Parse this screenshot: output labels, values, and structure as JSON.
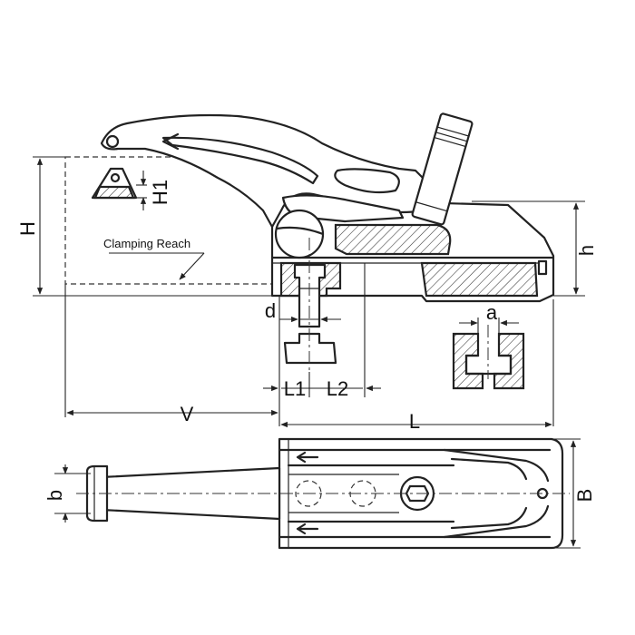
{
  "labels": {
    "H": "H",
    "H1": "H1",
    "h": "h",
    "d": "d",
    "a": "a",
    "L1": "L1",
    "L2": "L2",
    "V": "V",
    "L": "L",
    "B": "B",
    "b": "b",
    "clamping_reach": "Clamping Reach"
  }
}
